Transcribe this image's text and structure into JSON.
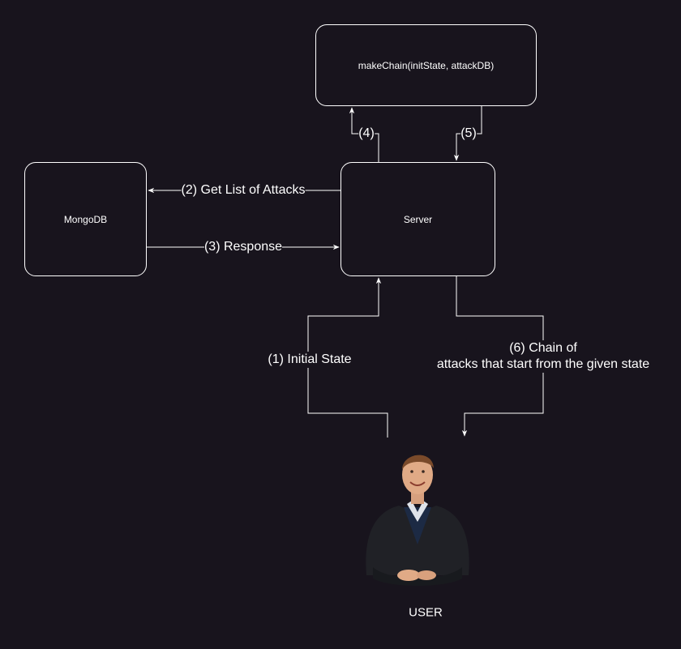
{
  "colors": {
    "background": "#18141d",
    "stroke": "#ffffff"
  },
  "nodes": {
    "make_chain": {
      "label": "makeChain(initState, attackDB)"
    },
    "mongodb": {
      "label": "MongoDB"
    },
    "server": {
      "label": "Server"
    },
    "user": {
      "label": "USER",
      "icon": "user-photo"
    }
  },
  "edges": {
    "step1": {
      "label": "(1) Initial State"
    },
    "step2": {
      "label": "(2) Get List of Attacks"
    },
    "step3": {
      "label": "(3) Response"
    },
    "step4": {
      "label": "(4)"
    },
    "step5": {
      "label": "(5)"
    },
    "step6": {
      "label": "(6) Chain of\nattacks that start from the given state"
    }
  }
}
